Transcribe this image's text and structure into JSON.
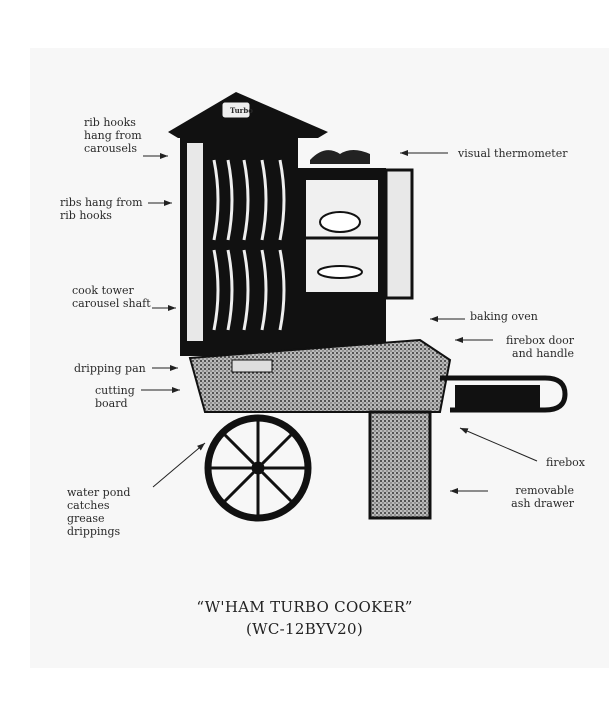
{
  "figure": {
    "roof_badge": "Turbo",
    "title": "“W'HAM TURBO COOKER”",
    "model": "(WC-12BYV20)"
  },
  "labels_left": [
    "rib hooks hang from carousels",
    "ribs hang from rib hooks",
    "cook tower carousel shaft",
    "dripping pan",
    "cutting board",
    "water pond catches grease drippings"
  ],
  "labels_right": [
    "visual thermometer",
    "baking oven",
    "firebox door and handle",
    "firebox",
    "removable ash drawer"
  ]
}
